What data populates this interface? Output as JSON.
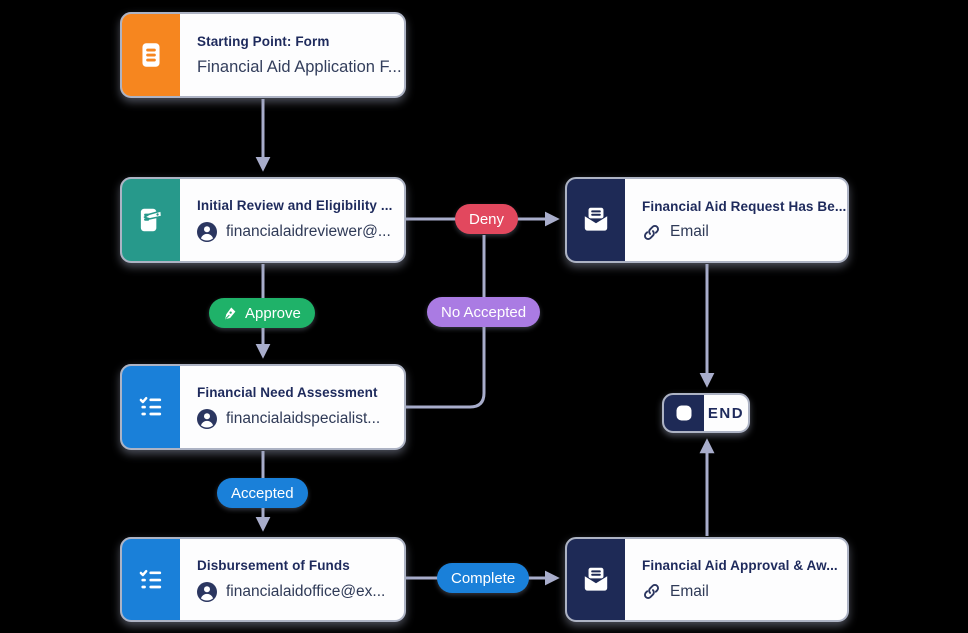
{
  "canvas": {
    "background": "#000000",
    "edge_color": "#A8ADCB"
  },
  "nodes": {
    "start": {
      "title": "Starting Point: Form",
      "subtitle": "Financial Aid Application F...",
      "accent": "#F6861F"
    },
    "review": {
      "title": "Initial Review and Eligibility ...",
      "assignee": "financialaidreviewer@...",
      "accent": "#27998B"
    },
    "email_denied": {
      "title": "Financial Aid Request Has Be...",
      "channel": "Email",
      "accent": "#1E2A56"
    },
    "assessment": {
      "title": "Financial Need Assessment",
      "assignee": "financialaidspecialist...",
      "accent": "#1A80D9"
    },
    "end": {
      "label": "END",
      "accent": "#1E2A56"
    },
    "disbursement": {
      "title": "Disbursement of Funds",
      "assignee": "financialaidoffice@ex...",
      "accent": "#1A80D9"
    },
    "email_award": {
      "title": "Financial Aid Approval & Aw...",
      "channel": "Email",
      "accent": "#1E2A56"
    }
  },
  "edge_labels": {
    "deny": {
      "label": "Deny",
      "color": "#E2485E"
    },
    "approve": {
      "label": "Approve",
      "color": "#1FB269"
    },
    "no_accepted": {
      "label": "No Accepted",
      "color": "#AA7BE3"
    },
    "accepted": {
      "label": "Accepted",
      "color": "#1A80D9"
    },
    "complete": {
      "label": "Complete",
      "color": "#1A80D9"
    }
  },
  "edges": [
    {
      "from": "start",
      "to": "review",
      "label": ""
    },
    {
      "from": "review",
      "to": "email_denied",
      "label": "Deny"
    },
    {
      "from": "review",
      "to": "assessment",
      "label": "Approve"
    },
    {
      "from": "assessment",
      "to": "email_denied",
      "label": "No Accepted"
    },
    {
      "from": "assessment",
      "to": "disbursement",
      "label": "Accepted"
    },
    {
      "from": "disbursement",
      "to": "email_award",
      "label": "Complete"
    },
    {
      "from": "email_denied",
      "to": "end",
      "label": ""
    },
    {
      "from": "email_award",
      "to": "end",
      "label": ""
    }
  ]
}
